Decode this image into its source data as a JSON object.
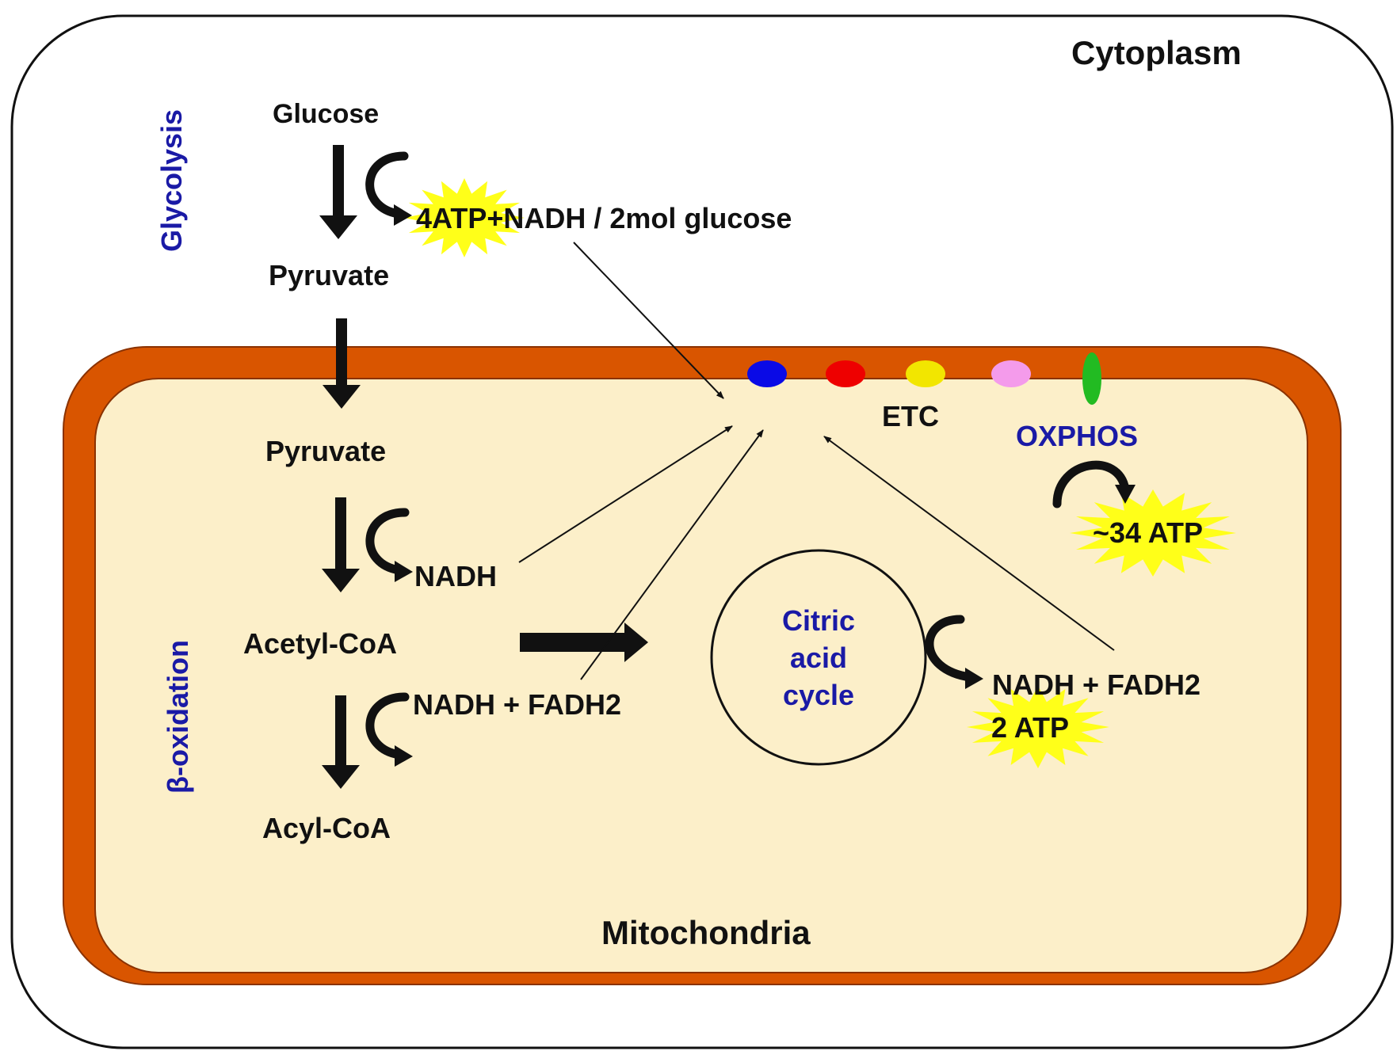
{
  "regions": {
    "cytoplasm": "Cytoplasm",
    "mitochondria": "Mitochondria"
  },
  "pathways": {
    "glycolysis": "Glycolysis",
    "beta_oxidation": "β-oxidation",
    "citric_acid_cycle": [
      "Citric",
      "acid",
      "cycle"
    ],
    "etc": "ETC",
    "oxphos": "OXPHOS"
  },
  "metabolites": {
    "glucose": "Glucose",
    "pyruvate_cytoplasm": "Pyruvate",
    "pyruvate_mito": "Pyruvate",
    "acetyl_coa": "Acetyl-CoA",
    "acyl_coa": "Acyl-CoA"
  },
  "yields": {
    "glycolysis_atp": "4ATP",
    "glycolysis_rest": "+NADH / 2mol glucose",
    "pdh_nadh": "NADH",
    "beta_ox": "NADH + FADH2",
    "tca_carriers": "NADH + FADH2",
    "tca_atp": "2 ATP",
    "oxphos_atp": "~34 ATP"
  },
  "colors": {
    "membrane": "#D95500",
    "matrix": "#FCEFC9",
    "burst": "#FFFF19",
    "pathway_label": "#1A1AA6",
    "etc_complexes": [
      "#0A0AE6",
      "#EE0000",
      "#F2E600",
      "#F49BEB",
      "#22BB22"
    ]
  }
}
